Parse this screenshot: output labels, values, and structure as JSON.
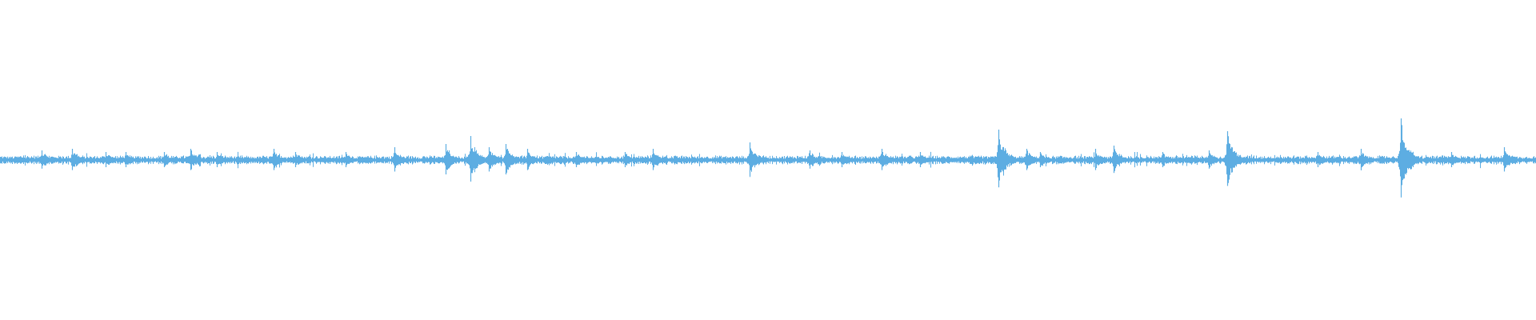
{
  "waveform": {
    "color": "#5dade2",
    "background": "#ffffff",
    "baseline_amplitude": 0.02,
    "peaks": [
      {
        "t": 0.027,
        "amp": 0.06
      },
      {
        "t": 0.047,
        "amp": 0.07
      },
      {
        "t": 0.069,
        "amp": 0.05
      },
      {
        "t": 0.082,
        "amp": 0.05
      },
      {
        "t": 0.107,
        "amp": 0.05
      },
      {
        "t": 0.124,
        "amp": 0.07
      },
      {
        "t": 0.141,
        "amp": 0.05
      },
      {
        "t": 0.178,
        "amp": 0.07
      },
      {
        "t": 0.192,
        "amp": 0.05
      },
      {
        "t": 0.225,
        "amp": 0.05
      },
      {
        "t": 0.257,
        "amp": 0.08
      },
      {
        "t": 0.29,
        "amp": 0.1
      },
      {
        "t": 0.306,
        "amp": 0.15
      },
      {
        "t": 0.318,
        "amp": 0.08
      },
      {
        "t": 0.329,
        "amp": 0.1
      },
      {
        "t": 0.343,
        "amp": 0.07
      },
      {
        "t": 0.375,
        "amp": 0.05
      },
      {
        "t": 0.407,
        "amp": 0.05
      },
      {
        "t": 0.425,
        "amp": 0.07
      },
      {
        "t": 0.488,
        "amp": 0.11
      },
      {
        "t": 0.527,
        "amp": 0.06
      },
      {
        "t": 0.548,
        "amp": 0.05
      },
      {
        "t": 0.574,
        "amp": 0.07
      },
      {
        "t": 0.599,
        "amp": 0.05
      },
      {
        "t": 0.65,
        "amp": 0.19
      },
      {
        "t": 0.668,
        "amp": 0.07
      },
      {
        "t": 0.677,
        "amp": 0.05
      },
      {
        "t": 0.713,
        "amp": 0.07
      },
      {
        "t": 0.725,
        "amp": 0.09
      },
      {
        "t": 0.757,
        "amp": 0.05
      },
      {
        "t": 0.787,
        "amp": 0.06
      },
      {
        "t": 0.799,
        "amp": 0.18
      },
      {
        "t": 0.858,
        "amp": 0.05
      },
      {
        "t": 0.886,
        "amp": 0.07
      },
      {
        "t": 0.912,
        "amp": 0.26
      },
      {
        "t": 0.945,
        "amp": 0.05
      },
      {
        "t": 0.979,
        "amp": 0.08
      }
    ]
  }
}
